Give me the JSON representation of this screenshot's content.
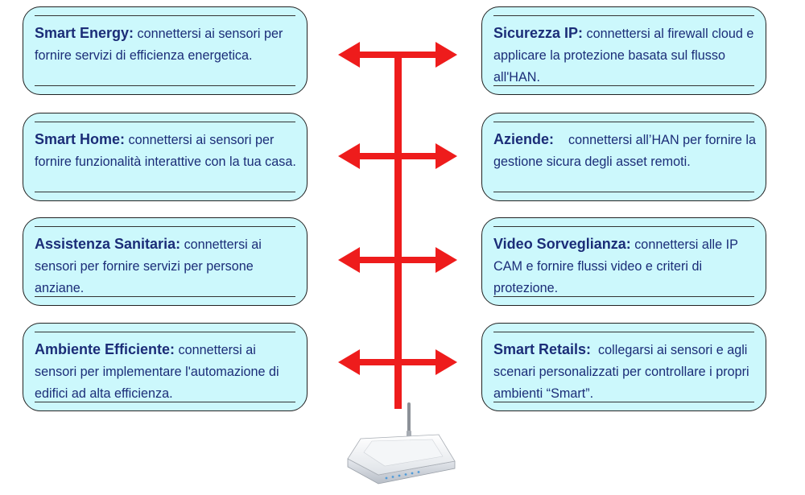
{
  "left_cards": [
    {
      "title": "Smart Energy:",
      "text": " connettersi ai sensori per fornire servizi di efficienza energetica."
    },
    {
      "title": "Smart  Home:",
      "text": " connettersi ai sensori per fornire funzionalità interattive con la tua casa."
    },
    {
      "title": "Assistenza Sanitaria:",
      "text": " connettersi ai sensori per fornire servizi per persone anziane."
    },
    {
      "title": "Ambiente Efficiente:",
      "text": " connettersi ai sensori per implementare l'automazione di edifici ad alta efficienza."
    }
  ],
  "right_cards": [
    {
      "title": "Sicurezza IP:",
      "text": " connettersi al firewall cloud e applicare la protezione basata sul flusso all'HAN."
    },
    {
      "title": "Aziende:",
      "text": "    connettersi all’HAN per fornire la gestione sicura degli asset remoti."
    },
    {
      "title": "Video Sorveglianza:",
      "text": " connettersi alle IP CAM e fornire flussi video e criteri di protezione."
    },
    {
      "title": "Smart Retails:",
      "text": "  collegarsi ai sensori e agli scenari personalizzati per controllare i propri ambienti “Smart”."
    }
  ],
  "colors": {
    "card_fill": "#ccf8fc",
    "text": "#1b2d78",
    "arrow": "#ee1c1c"
  },
  "icons": {
    "router": "router-icon"
  }
}
